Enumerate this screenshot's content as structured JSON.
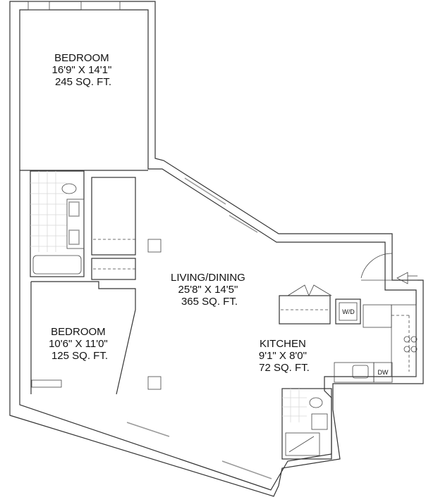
{
  "rooms": {
    "bedroom1": {
      "name": "BEDROOM",
      "dims": "16'9\" X 14'1\"",
      "area": "245 SQ. FT."
    },
    "living": {
      "name": "LIVING/DINING",
      "dims": "25'8\" X 14'5\"",
      "area": "365 SQ. FT."
    },
    "bedroom2": {
      "name": "BEDROOM",
      "dims": "10'6\" X 11'0\"",
      "area": "125 SQ. FT."
    },
    "kitchen": {
      "name": "KITCHEN",
      "dims": "9'1\" X 8'0\"",
      "area": "72 SQ. FT."
    }
  },
  "appliances": {
    "washer_dryer": "W/D",
    "dishwasher": "DW"
  },
  "icons": {
    "entry": "entry-arrow-icon"
  }
}
